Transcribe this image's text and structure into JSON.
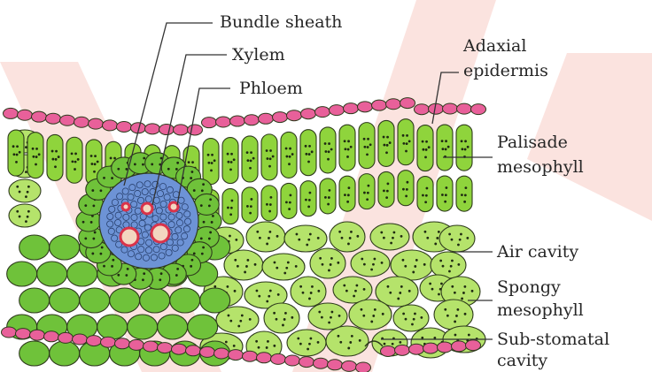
{
  "labels": {
    "bundle_sheath": "Bundle sheath",
    "xylem": "Xylem",
    "phloem": "Phloem",
    "adaxial_1": "Adaxial",
    "adaxial_2": "epidermis",
    "palisade_1": "Palisade",
    "palisade_2": "mesophyll",
    "air_cavity": "Air cavity",
    "spongy_1": "Spongy",
    "spongy_2": "mesophyll",
    "substomatal_1": "Sub-stomatal",
    "substomatal_2": "cavity"
  },
  "colors": {
    "epidermis": "#e8609a",
    "palisade": "#8fd43c",
    "spongy": "#b5e36b",
    "bundle_sheath": "#6fc23a",
    "vascular": "#6d93d6",
    "xylem_ring": "#d9334a",
    "watermark": "#fbe3df",
    "outline": "#2e3a1c"
  }
}
